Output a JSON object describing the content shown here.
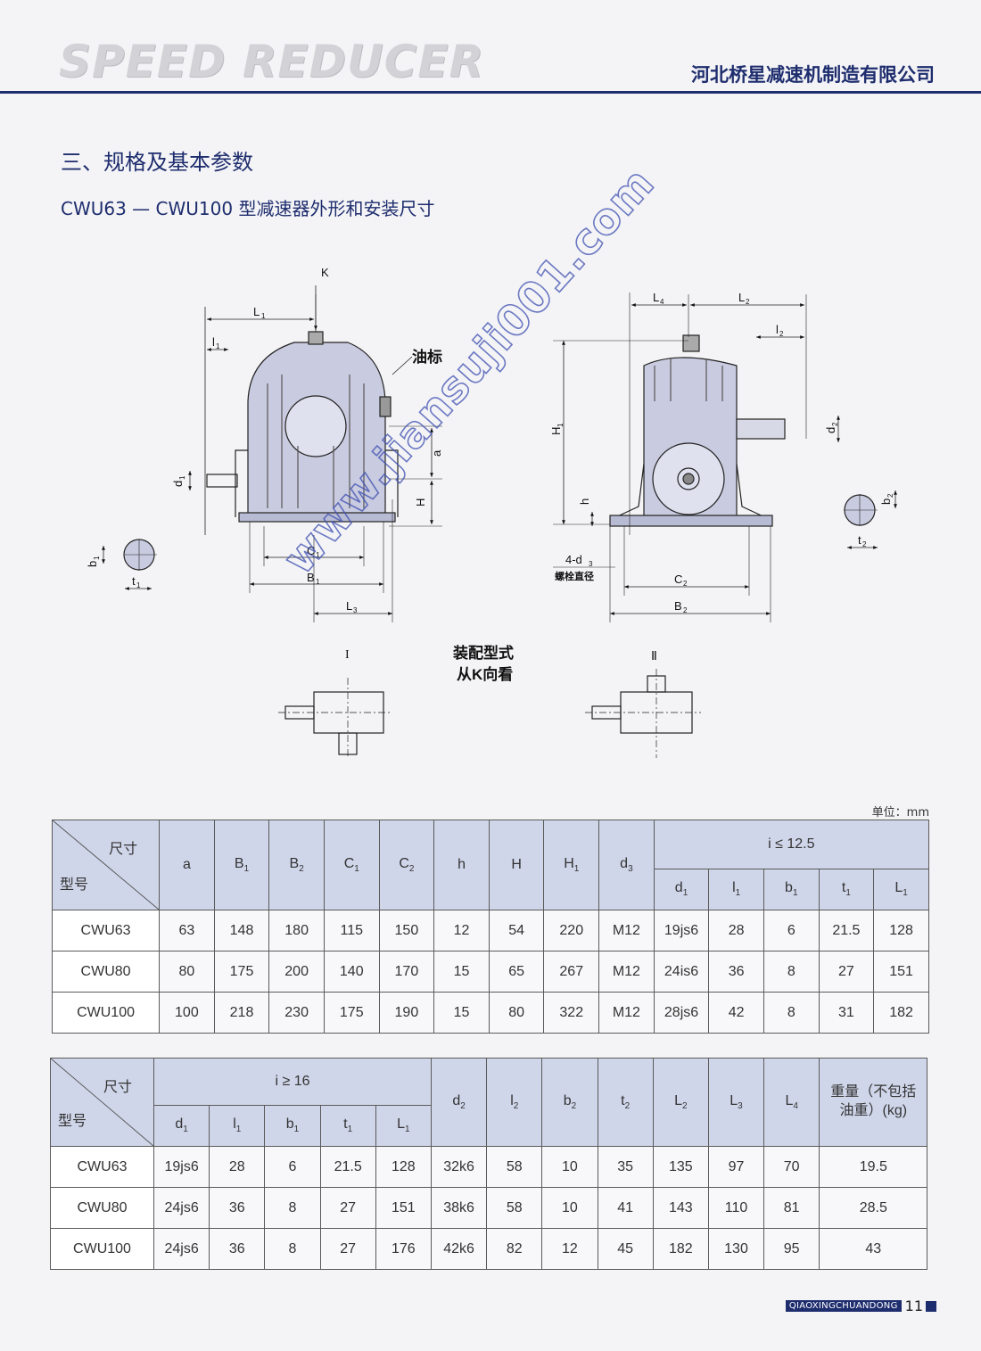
{
  "header": {
    "brand": "SPEED REDUCER",
    "company": "河北桥星减速机制造有限公司"
  },
  "section": {
    "title": "三、规格及基本参数",
    "subtitle": "CWU63 — CWU100 型减速器外形和安装尺寸"
  },
  "drawing": {
    "labels": {
      "K": "K",
      "L1": "L",
      "l1": "l",
      "youbiao": "油标",
      "a": "a",
      "H": "H",
      "d1": "d",
      "b1": "b",
      "t1": "t",
      "C1": "C",
      "B1": "B",
      "L3": "L",
      "L4": "L",
      "L2": "L",
      "l2": "l",
      "H1": "H",
      "d2": "d",
      "h": "h",
      "d3": "4-d",
      "bolt": "螺栓直径",
      "C2": "C",
      "B2": "B",
      "b2": "b",
      "t2": "t",
      "one": "I",
      "two": "Ⅱ",
      "assembly_1": "装配型式",
      "assembly_2": "从K向看"
    },
    "subs": {
      "one": "1",
      "two": "2",
      "three": "3",
      "four": "4"
    }
  },
  "unit": "单位：mm",
  "table1": {
    "corner_top": "尺寸",
    "corner_bottom": "型号",
    "cols": [
      "a",
      "B",
      "B",
      "C",
      "C",
      "h",
      "H",
      "H",
      "d"
    ],
    "col_subs": [
      "",
      "1",
      "2",
      "1",
      "2",
      "",
      "",
      "1",
      "3"
    ],
    "group": "i ≤ 12.5",
    "sub_cols": [
      "d",
      "l",
      "b",
      "t",
      "L"
    ],
    "sub_subs": [
      "1",
      "1",
      "1",
      "1",
      "1"
    ],
    "rows": [
      [
        "CWU63",
        "63",
        "148",
        "180",
        "115",
        "150",
        "12",
        "54",
        "220",
        "M12",
        "19js6",
        "28",
        "6",
        "21.5",
        "128"
      ],
      [
        "CWU80",
        "80",
        "175",
        "200",
        "140",
        "170",
        "15",
        "65",
        "267",
        "M12",
        "24is6",
        "36",
        "8",
        "27",
        "151"
      ],
      [
        "CWU100",
        "100",
        "218",
        "230",
        "175",
        "190",
        "15",
        "80",
        "322",
        "M12",
        "28js6",
        "42",
        "8",
        "31",
        "182"
      ]
    ]
  },
  "table2": {
    "corner_top": "尺寸",
    "corner_bottom": "型号",
    "group": "i ≥ 16",
    "sub_cols": [
      "d",
      "l",
      "b",
      "t",
      "L"
    ],
    "sub_subs": [
      "1",
      "1",
      "1",
      "1",
      "1"
    ],
    "cols": [
      "d",
      "l",
      "b",
      "t",
      "L",
      "L",
      "L"
    ],
    "col_subs": [
      "2",
      "2",
      "2",
      "2",
      "2",
      "3",
      "4"
    ],
    "weight": "重量（不包括油重）(kg)",
    "rows": [
      [
        "CWU63",
        "19js6",
        "28",
        "6",
        "21.5",
        "128",
        "32k6",
        "58",
        "10",
        "35",
        "135",
        "97",
        "70",
        "19.5"
      ],
      [
        "CWU80",
        "24js6",
        "36",
        "8",
        "27",
        "151",
        "38k6",
        "58",
        "10",
        "41",
        "143",
        "110",
        "81",
        "28.5"
      ],
      [
        "CWU100",
        "24js6",
        "36",
        "8",
        "27",
        "176",
        "42k6",
        "82",
        "12",
        "45",
        "182",
        "130",
        "95",
        "43"
      ]
    ]
  },
  "footer": {
    "tag": "QIAOXINGCHUANDONG",
    "page": "11"
  },
  "watermark": "www.jiansuji001.com",
  "colors": {
    "navy": "#1e2d6e",
    "header_fill": "#d0d6ea",
    "watermark": "#3d4fb0"
  }
}
